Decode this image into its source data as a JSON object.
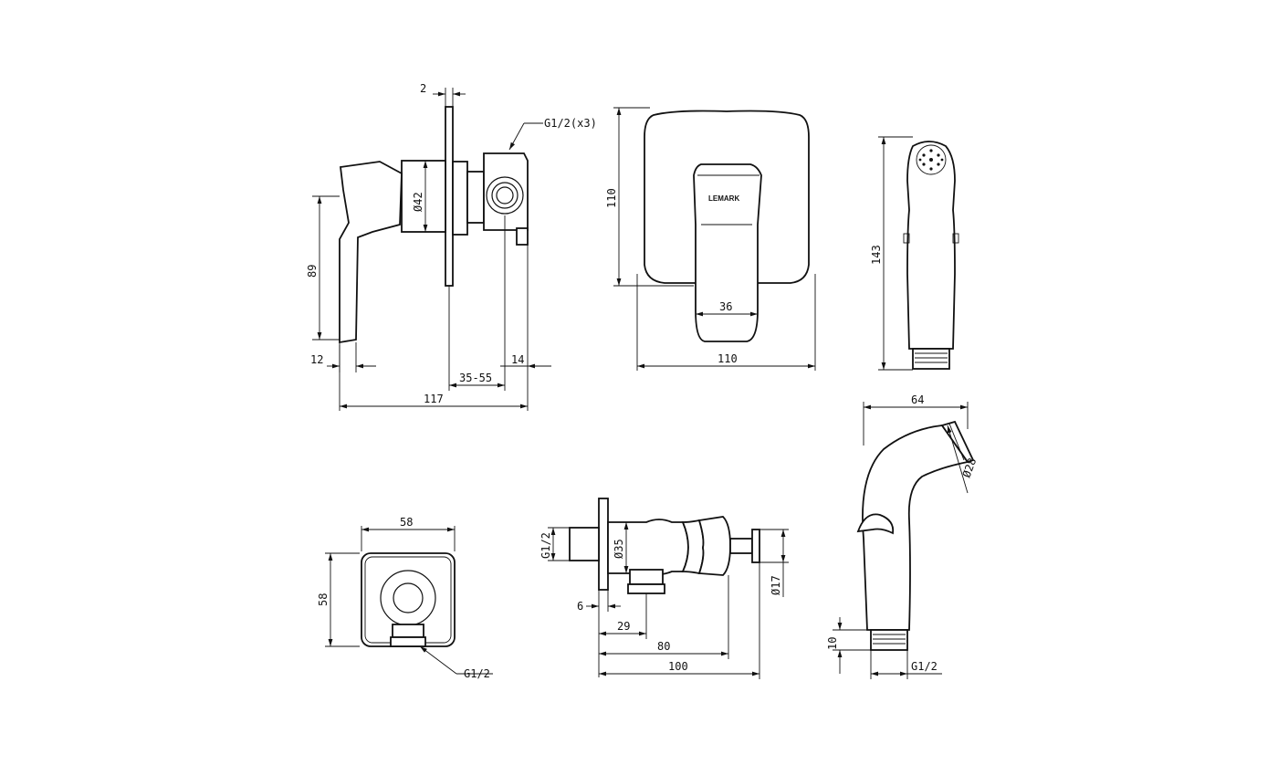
{
  "brand": "LEMARK",
  "mixer_side_view": {
    "dims": {
      "flange_thickness": "2",
      "thread": "G1/2(x3)",
      "diameter": "Ø42",
      "lever_height": "89",
      "lever_offset": "12",
      "wall_depth": "35-55",
      "pipe_offset": "14",
      "overall_depth": "117"
    }
  },
  "mixer_front_view": {
    "dims": {
      "height": "110",
      "width": "110",
      "lever_width": "36"
    }
  },
  "hand_shower_top": {
    "dims": {
      "length": "143"
    }
  },
  "hand_shower_side": {
    "dims": {
      "width": "64",
      "head_diameter": "Ø28",
      "thread_height": "10",
      "thread": "G1/2"
    }
  },
  "wall_outlet": {
    "dims": {
      "width": "58",
      "height": "58",
      "thread": "G1/2"
    }
  },
  "angle_valve": {
    "dims": {
      "thread": "G1/2",
      "diameter": "Ø35",
      "knob_diameter": "Ø17",
      "flange": "6",
      "outlet_offset": "29",
      "handle_length": "80",
      "overall_length": "100"
    }
  }
}
